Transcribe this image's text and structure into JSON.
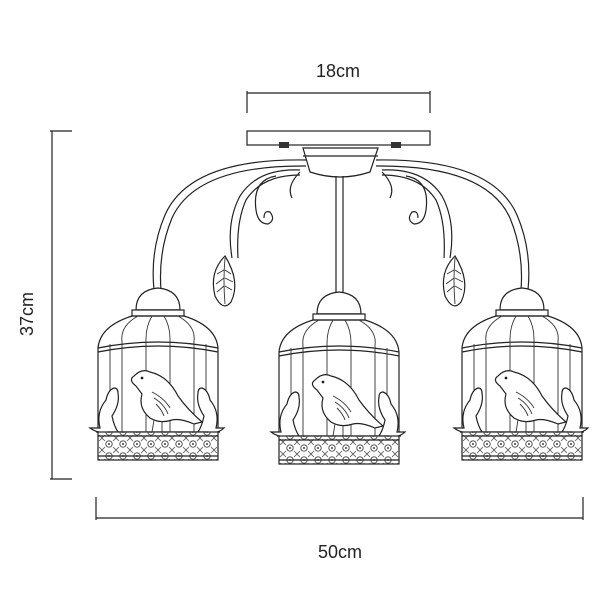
{
  "dimensions": {
    "top_width": "18cm",
    "height": "37cm",
    "overall_width": "50cm"
  }
}
